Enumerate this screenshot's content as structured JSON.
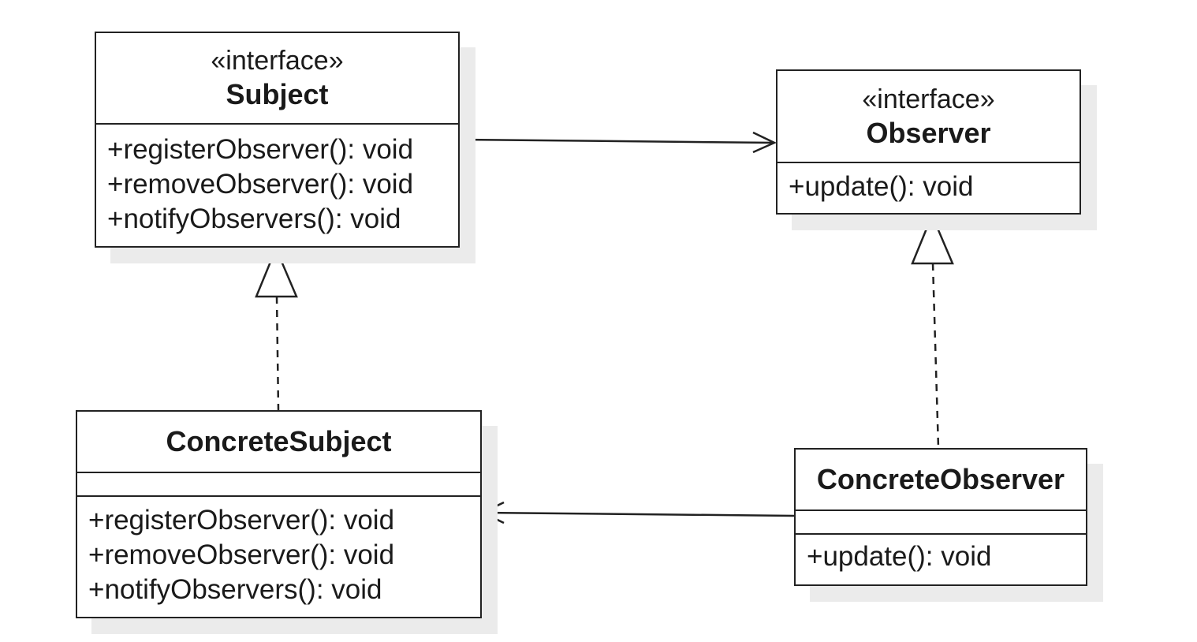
{
  "classes": {
    "subject": {
      "stereotype": "«interface»",
      "name": "Subject",
      "operations": [
        "+registerObserver(): void",
        "+removeObserver(): void",
        "+notifyObservers(): void"
      ]
    },
    "observer": {
      "stereotype": "«interface»",
      "name": "Observer",
      "operations": [
        "+update(): void"
      ]
    },
    "concrete_subject": {
      "name": "ConcreteSubject",
      "operations": [
        "+registerObserver(): void",
        "+removeObserver(): void",
        "+notifyObservers(): void"
      ]
    },
    "concrete_observer": {
      "name": "ConcreteObserver",
      "operations": [
        "+update(): void"
      ]
    }
  },
  "relationships": [
    {
      "from": "Subject",
      "to": "Observer",
      "kind": "association"
    },
    {
      "from": "ConcreteSubject",
      "to": "Subject",
      "kind": "realization"
    },
    {
      "from": "ConcreteObserver",
      "to": "Observer",
      "kind": "realization"
    },
    {
      "from": "ConcreteObserver",
      "to": "ConcreteSubject",
      "kind": "association"
    }
  ],
  "colors": {
    "line": "#222222",
    "shadow": "#ebebeb",
    "background": "#ffffff"
  }
}
